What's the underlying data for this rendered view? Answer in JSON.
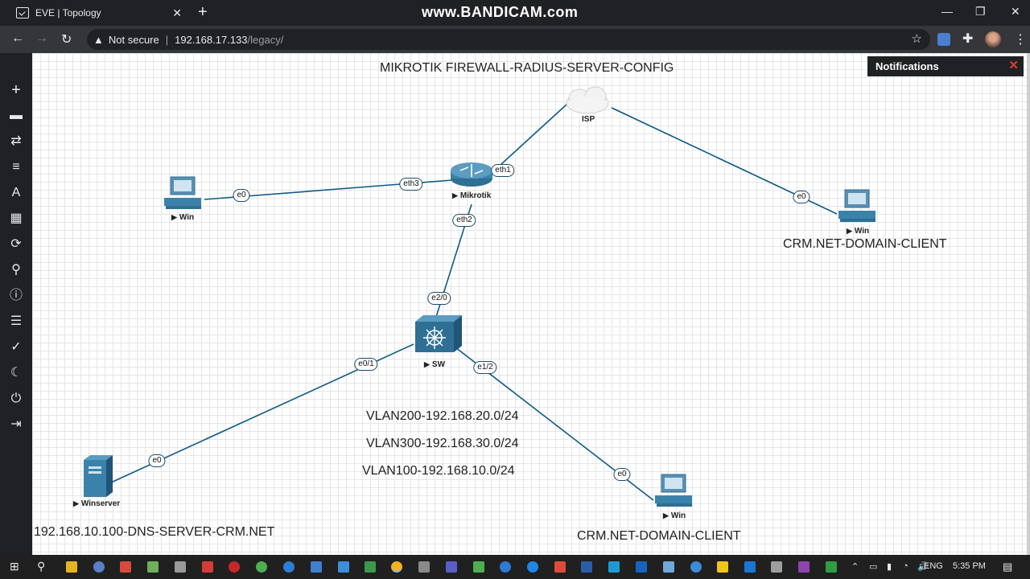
{
  "browser": {
    "tab_title": "EVE | Topology",
    "tab_close": "✕",
    "new_tab": "+",
    "watermark": "www.BANDICAM.com",
    "security_label": "Not secure",
    "url_host": "192.168.17.133",
    "url_path": "/legacy/"
  },
  "notifications": {
    "title": "Notifications",
    "close": "✕"
  },
  "topology": {
    "title": "MIKROTIK FIREWALL-RADIUS-SERVER-CONFIG",
    "nodes": {
      "isp": "ISP",
      "mikrotik": "Mikrotik",
      "win_left": "Win",
      "win_right": "Win",
      "sw": "SW",
      "winserver": "Winserver",
      "win_bottom": "Win"
    },
    "interfaces": {
      "mikrotik_eth1": "eth1",
      "mikrotik_eth3": "eth3",
      "mikrotik_eth2": "eth2",
      "winleft_e0": "e0",
      "winright_e0": "e0",
      "sw_e20": "e2/0",
      "sw_e01": "e0/1",
      "sw_e12": "e1/2",
      "winserver_e0": "e0",
      "winbottom_e0": "e0"
    },
    "texts": {
      "crm_right": "CRM.NET-DOMAIN-CLIENT",
      "vlan200": "VLAN200-192.168.20.0/24",
      "vlan300": "VLAN300-192.168.30.0/24",
      "vlan100": "VLAN100-192.168.10.0/24",
      "dns_server": "192.168.10.100-DNS-SERVER-CRM.NET",
      "crm_bottom": "CRM.NET-DOMAIN-CLIENT"
    }
  },
  "taskbar": {
    "lang": "ENG",
    "time": "5:35 PM"
  },
  "colors": {
    "link": "#0f5a87",
    "chrome_dark": "#202124",
    "toolbar": "#35363a"
  }
}
